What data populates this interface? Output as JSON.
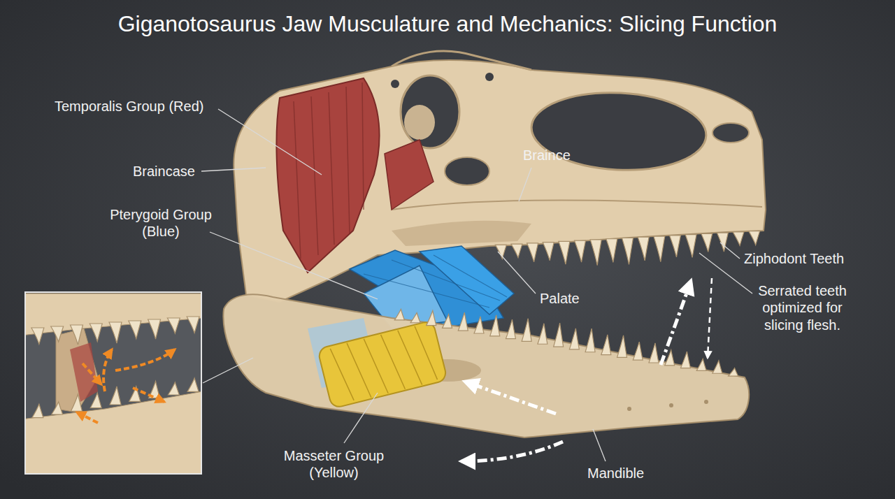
{
  "diagram": {
    "title": "Giganotosaurus Jaw Musculature and Mechanics: Slicing Function",
    "labels": [
      "Temporalis Group (Red)",
      "Braincase",
      "Braince",
      "Pterygoid Group (Blue)",
      "Palate",
      "Ziphodont Teeth",
      "Serrated teeth optimized for slicing flesh.",
      "Masseter Group (Yellow)",
      "Mandible"
    ]
  }
}
